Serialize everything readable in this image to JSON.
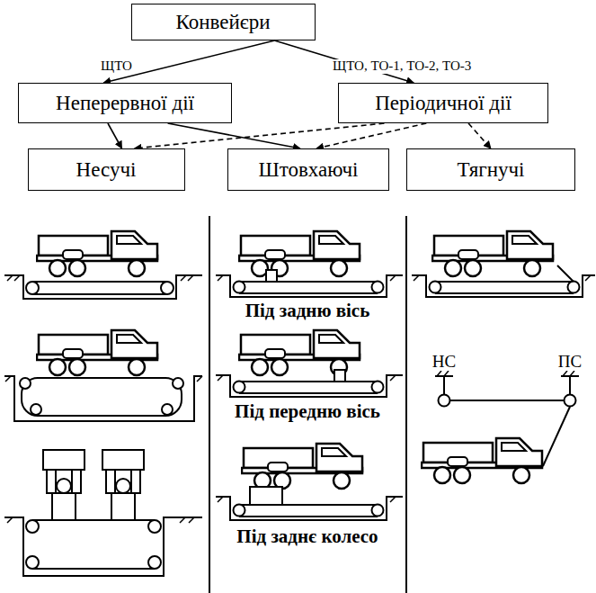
{
  "diagram": {
    "nodes": [
      {
        "text": [
          "Конвейєри"
        ]
      },
      {
        "text": [
          "Неперервної дії"
        ]
      },
      {
        "text": [
          "Періодичної дії"
        ]
      },
      {
        "text": [
          "Несучі"
        ]
      },
      {
        "text": [
          "Штовхаючі"
        ]
      },
      {
        "text": [
          "Тягнучі"
        ]
      }
    ],
    "edges": [
      {
        "from": 0,
        "to": 1,
        "arrow": "to",
        "label": "ЩТО"
      },
      {
        "from": 0,
        "to": 2,
        "arrow": "to",
        "label": "ЩТО, ТО-1, ТО-2, ТО-3"
      },
      {
        "from": 1,
        "to": 3,
        "arrow": "to"
      },
      {
        "from": 1,
        "to": 4,
        "arrow": "to"
      },
      {
        "from": 2,
        "to": 3,
        "arrow": "to"
      },
      {
        "from": 2,
        "to": 4,
        "arrow": "to"
      },
      {
        "from": 2,
        "to": 5,
        "arrow": "to"
      }
    ],
    "labels": [
      "Під задню вісь",
      "Під передню вісь",
      "Під заднє колесо",
      "НС",
      "ПС"
    ]
  }
}
